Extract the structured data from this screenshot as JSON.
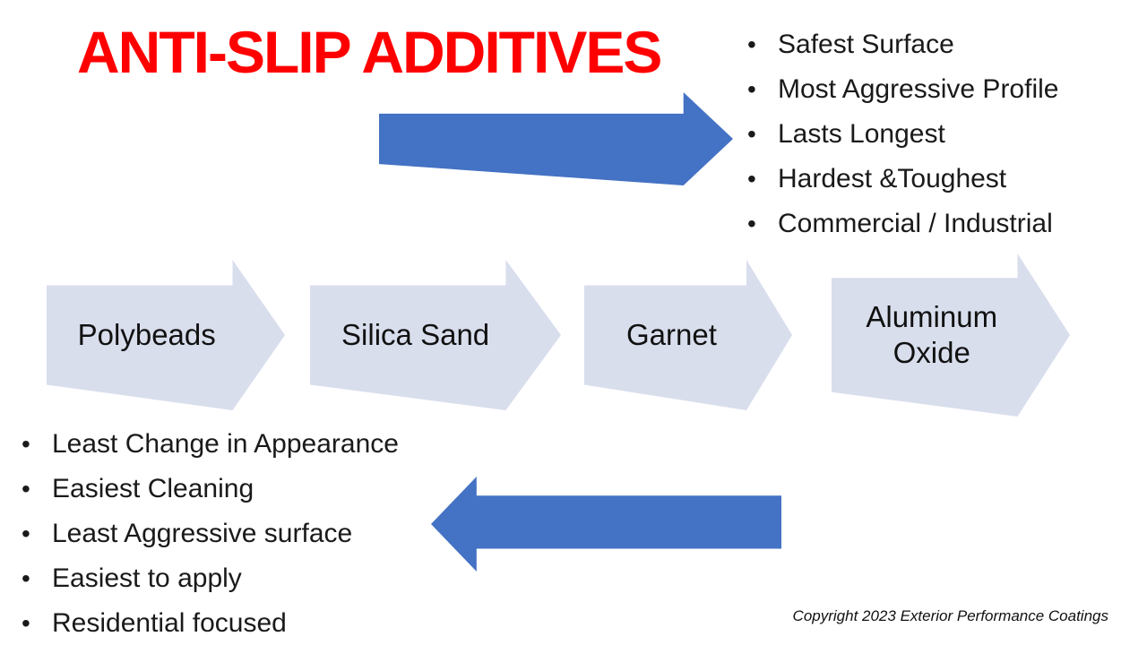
{
  "slide": {
    "title": "ANTI-SLIP ADDITIVES",
    "top_bullets": [
      "Safest Surface",
      "Most Aggressive Profile",
      "Lasts Longest",
      "Hardest &Toughest",
      "Commercial / Industrial"
    ],
    "bottom_bullets": [
      "Least Change in Appearance",
      "Easiest Cleaning",
      "Least Aggressive surface",
      "Easiest to apply",
      "Residential focused"
    ],
    "flow_arrows": [
      {
        "label": "Polybeads"
      },
      {
        "label": "Silica Sand"
      },
      {
        "label": "Garnet"
      },
      {
        "label": "Aluminum Oxide"
      }
    ],
    "footer": "Copyright 2023 Exterior Performance Coatings",
    "colors": {
      "title_red": "#FF0000",
      "accent_blue": "#4472C4",
      "light_arrow": "#D9DEED",
      "text_black": "#1A1A1A"
    }
  }
}
